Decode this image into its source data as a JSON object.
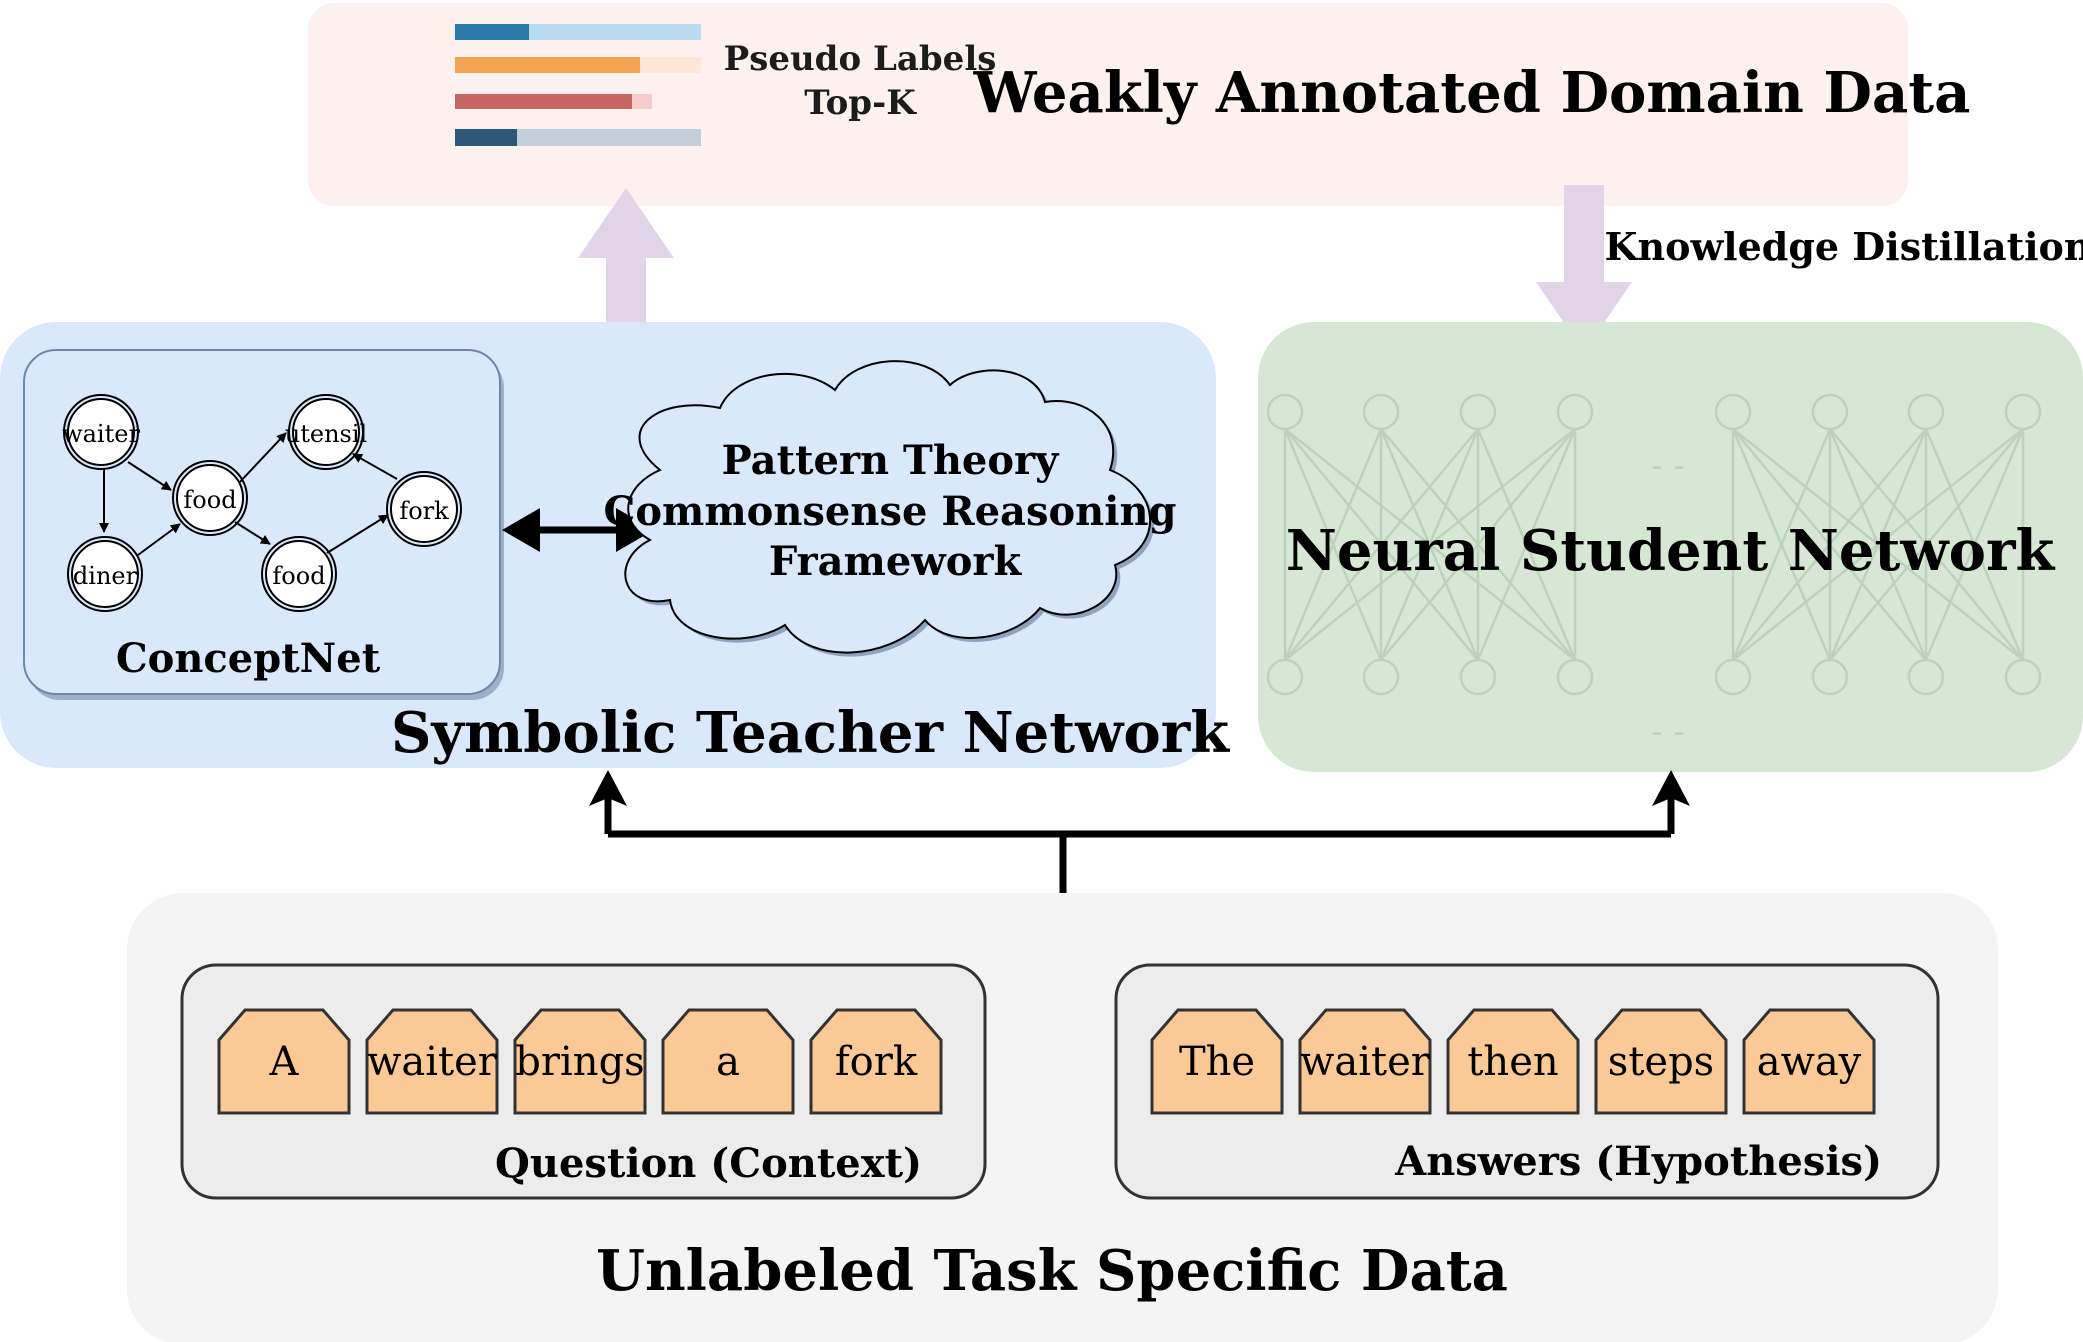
{
  "colors": {
    "weak_bg": "#fcf1ef",
    "teacher_bg": "#dae8fb",
    "student_bg": "#d6e8d4",
    "unlabeled_bg": "#f4f4f4",
    "token_fill": "#fbc995",
    "arrow_purple": "#e1d3e8",
    "nn_stroke": "#bcd2bb",
    "bars": [
      "#2878a8",
      "#f2a54f",
      "#c5675f",
      "#2e5777"
    ],
    "bars_light": [
      "#b8dbef",
      "#fde6d6",
      "#f6cccb",
      "#c2cfd9"
    ]
  },
  "weak_data": {
    "title": "Weakly Annotated Domain Data",
    "pseudo_line1": "Pseudo Labels",
    "pseudo_line2": "Top-K",
    "bar_fractions": [
      0.3,
      0.75,
      0.72,
      0.25
    ]
  },
  "knowledge_distillation": "Knowledge Distillation",
  "teacher": {
    "title": "Symbolic Teacher Network",
    "conceptnet_label": "ConceptNet",
    "graph_nodes": [
      "waiter",
      "food",
      "utensil",
      "fork",
      "diner",
      "food"
    ],
    "cloud_lines": [
      "Pattern Theory",
      "Commonsense Reasoning",
      "Framework"
    ]
  },
  "student": {
    "title": "Neural Student Network",
    "ellipsis_top": "- -",
    "ellipsis_bottom": "- -"
  },
  "unlabeled": {
    "title": "Unlabeled Task Specific Data",
    "question_label": "Question (Context)",
    "question_tokens": [
      "A",
      "waiter",
      "brings",
      "a",
      "fork"
    ],
    "answer_label": "Answers (Hypothesis)",
    "answer_tokens": [
      "The",
      "waiter",
      "then",
      "steps",
      "away"
    ]
  }
}
